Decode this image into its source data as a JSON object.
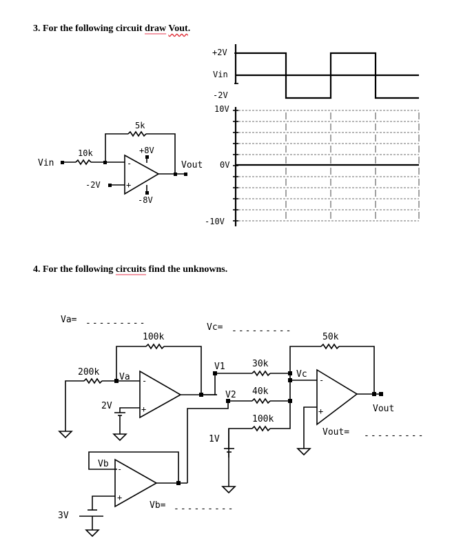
{
  "question3": {
    "number": "3.",
    "text_before": "For the following circuit ",
    "word_draw": "draw",
    "space": " ",
    "word_vout": "Vout",
    "period": "."
  },
  "question4": {
    "text_before": "4. For the following ",
    "word_circuits": "circuits",
    "text_after": " find the unknowns."
  },
  "circuit1": {
    "vin_label": "Vin",
    "r_in": "10k",
    "r_f": "5k",
    "v_plus_supply": "+8V",
    "v_minus_supply": "-8V",
    "noninv_input": "-2V",
    "vout_label": "Vout",
    "inv_sign": "-",
    "noninv_sign": "+"
  },
  "waveform": {
    "vin_axis": {
      "top": "+2V",
      "mid": "Vin",
      "bottom": "-2V"
    },
    "vout_axis": {
      "top": "10V",
      "zero": "0V",
      "bottom": "-10V"
    }
  },
  "chart_data": {
    "type": "line",
    "title": "",
    "series": [
      {
        "name": "Vin",
        "x": [
          0,
          1,
          1,
          2,
          2,
          3,
          3,
          4
        ],
        "values": [
          2,
          2,
          -2,
          -2,
          2,
          2,
          -2,
          -2
        ]
      }
    ],
    "ylim": [
      -2,
      2
    ],
    "ylabel": "Vin",
    "tick_labels": [
      "+2V",
      "Vin",
      "-2V"
    ],
    "vout_grid": {
      "ylim": [
        -10,
        10
      ],
      "tick_labels": [
        "10V",
        "0V",
        "-10V"
      ],
      "y_divisions": 10,
      "x_divisions": 4,
      "grid": true,
      "trace": "empty (to be drawn)"
    }
  },
  "circuit_a": {
    "va_answer_label": "Va=",
    "blank": "---------",
    "r_in": "200k",
    "r_f": "100k",
    "node_label": "Va",
    "source": "2V",
    "inv_sign": "-",
    "noninv_sign": "+"
  },
  "circuit_b": {
    "node_label": "Vb",
    "source": "3V",
    "vb_answer_label": "Vb=",
    "blank": "---------",
    "inv_sign": "-",
    "noninv_sign": "+"
  },
  "circuit_c": {
    "vc_answer_label": "Vc=",
    "blank": "---------",
    "v1_label": "V1",
    "v2_label": "V2",
    "r1": "30k",
    "r2": "40k",
    "r3": "100k",
    "rf": "50k",
    "node_label": "Vc",
    "source": "1V",
    "vout_label": "Vout",
    "vout_answer_label": "Vout=",
    "inv_sign": "-",
    "noninv_sign": "+"
  }
}
